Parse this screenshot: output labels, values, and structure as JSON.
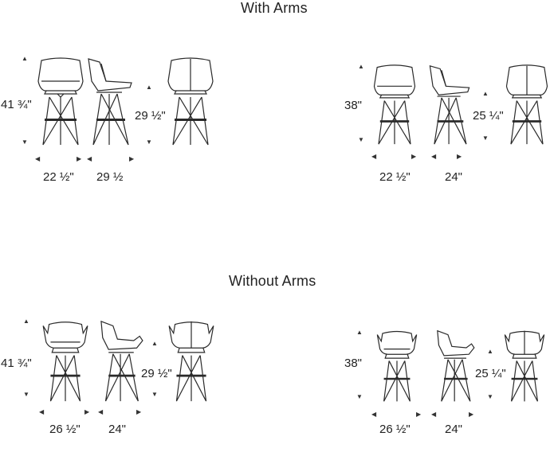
{
  "sections": {
    "with_arms": {
      "heading": "With Arms",
      "bar": {
        "height": "41 ¾\"",
        "seat_height": "29 ½\"",
        "width": "22 ½\"",
        "depth": "29 ½"
      },
      "counter": {
        "height": "38\"",
        "seat_height": "25 ¼\"",
        "width": "22 ½\"",
        "depth": "24\""
      }
    },
    "without_arms": {
      "heading": "Without Arms",
      "bar": {
        "height": "41 ¾\"",
        "seat_height": "29 ½\"",
        "width": "26 ½\"",
        "depth": "24\""
      },
      "counter": {
        "height": "38\"",
        "seat_height": "25 ¼\"",
        "width": "26 ½\"",
        "depth": "24\""
      }
    }
  },
  "line_color": "#2a2a2a"
}
